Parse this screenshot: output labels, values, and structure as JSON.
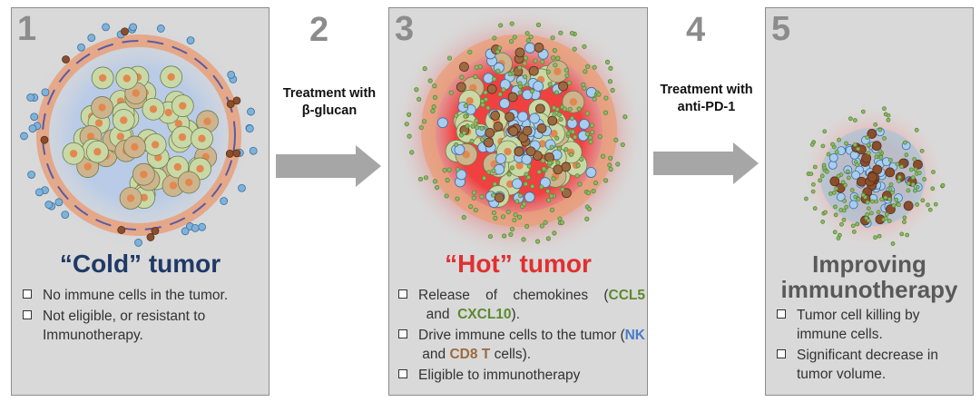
{
  "colors": {
    "panel_bg": "#d9d9d9",
    "panel_border": "#8c8c8c",
    "step_number": "#8c8c8c",
    "cold_title": "#1f3a66",
    "hot_title": "#e03030",
    "improve_title": "#595959",
    "chemokine_green": "#5b8a2e",
    "nk_blue": "#4a7cc7",
    "cd8_brown": "#9c6a40",
    "arrow": "#a6a6a6"
  },
  "steps": [
    "1",
    "2",
    "3",
    "4",
    "5"
  ],
  "panel1": {
    "title": "“Cold” tumor",
    "bullets": [
      "No immune cells in the tumor.",
      "Not eligible, or resistant  to Immunotherapy."
    ]
  },
  "step2": {
    "label_line1": "Treatment with",
    "label_line2": "β-glucan"
  },
  "panel3": {
    "title": "“Hot” tumor",
    "b1_text": "Release of chemokines (",
    "b1_ccl5": "CCL5",
    "b1_and": "  and  ",
    "b1_cxcl10": "CXCL10",
    "b1_end": ").",
    "b2_text": "Drive immune cells to the tumor (",
    "b2_nk": "NK",
    "b2_and": " and ",
    "b2_cd8": "CD8 T",
    "b2_end": " cells).",
    "b3": "Eligible to immunotherapy"
  },
  "step4": {
    "label_line1": "Treatment with",
    "label_line2": "anti-PD-1"
  },
  "panel5": {
    "title_line1": "Improving",
    "title_line2": "immunotherapy",
    "bullets": [
      "Tumor cell killing by immune cells.",
      "Significant decrease in tumor volume."
    ]
  }
}
